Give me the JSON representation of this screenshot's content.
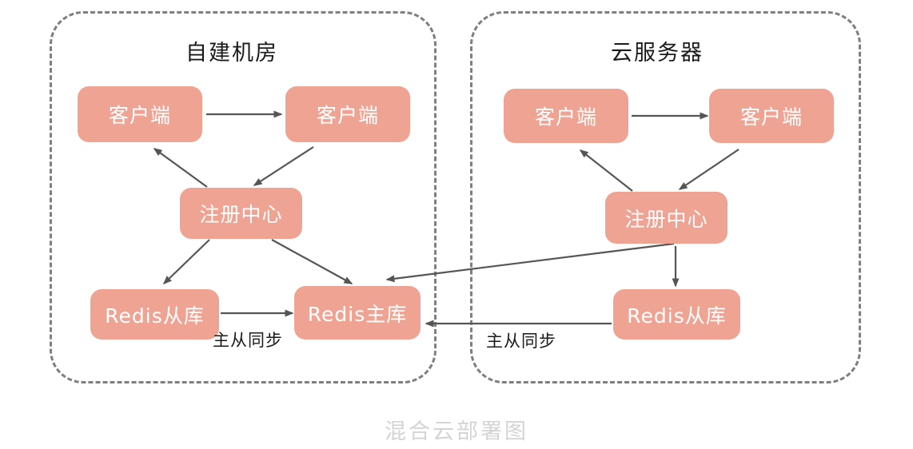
{
  "caption": "混合云部署图",
  "colors": {
    "node_fill": "#efa493",
    "node_text": "#ffffff",
    "zone_border": "#7f7f7f",
    "edge": "#555555",
    "caption_text": "#d4d4d4",
    "background": "#ffffff"
  },
  "zones": [
    {
      "id": "onprem",
      "title": "自建机房",
      "nodes": [
        {
          "id": "onprem-client-1",
          "label": "客户端"
        },
        {
          "id": "onprem-client-2",
          "label": "客户端"
        },
        {
          "id": "onprem-registry",
          "label": "注册中心"
        },
        {
          "id": "onprem-redis-slave",
          "label": "Redis从库"
        },
        {
          "id": "onprem-redis-master",
          "label": "Redis主库"
        }
      ],
      "edge_labels": [
        {
          "id": "onprem-sync-label",
          "text": "主从同步"
        }
      ]
    },
    {
      "id": "cloud",
      "title": "云服务器",
      "nodes": [
        {
          "id": "cloud-client-1",
          "label": "客户端"
        },
        {
          "id": "cloud-client-2",
          "label": "客户端"
        },
        {
          "id": "cloud-registry",
          "label": "注册中心"
        },
        {
          "id": "cloud-redis-slave",
          "label": "Redis从库"
        }
      ],
      "edge_labels": [
        {
          "id": "cloud-sync-label",
          "text": "主从同步"
        }
      ]
    }
  ],
  "edges": [
    {
      "id": "onprem-client1-to-client2",
      "from": "onprem-client-1",
      "to": "onprem-client-2",
      "label": ""
    },
    {
      "id": "onprem-registry-to-client1",
      "from": "onprem-registry",
      "to": "onprem-client-1",
      "label": ""
    },
    {
      "id": "onprem-client2-to-registry",
      "from": "onprem-client-2",
      "to": "onprem-registry",
      "label": ""
    },
    {
      "id": "onprem-registry-to-redis-slave",
      "from": "onprem-registry",
      "to": "onprem-redis-slave",
      "label": ""
    },
    {
      "id": "onprem-registry-to-redis-master",
      "from": "onprem-registry",
      "to": "onprem-redis-master",
      "label": ""
    },
    {
      "id": "onprem-slave-to-master",
      "from": "onprem-redis-slave",
      "to": "onprem-redis-master",
      "label": "主从同步"
    },
    {
      "id": "cloud-client1-to-client2",
      "from": "cloud-client-1",
      "to": "cloud-client-2",
      "label": ""
    },
    {
      "id": "cloud-registry-to-client1",
      "from": "cloud-registry",
      "to": "cloud-client-1",
      "label": ""
    },
    {
      "id": "cloud-client2-to-registry",
      "from": "cloud-client-2",
      "to": "cloud-registry",
      "label": ""
    },
    {
      "id": "cloud-registry-to-redis-slave",
      "from": "cloud-registry",
      "to": "cloud-redis-slave",
      "label": ""
    },
    {
      "id": "cloud-registry-to-onprem-master",
      "from": "cloud-registry",
      "to": "onprem-redis-master",
      "label": ""
    },
    {
      "id": "cloud-slave-to-onprem-master",
      "from": "cloud-redis-slave",
      "to": "onprem-redis-master",
      "label": "主从同步"
    }
  ]
}
